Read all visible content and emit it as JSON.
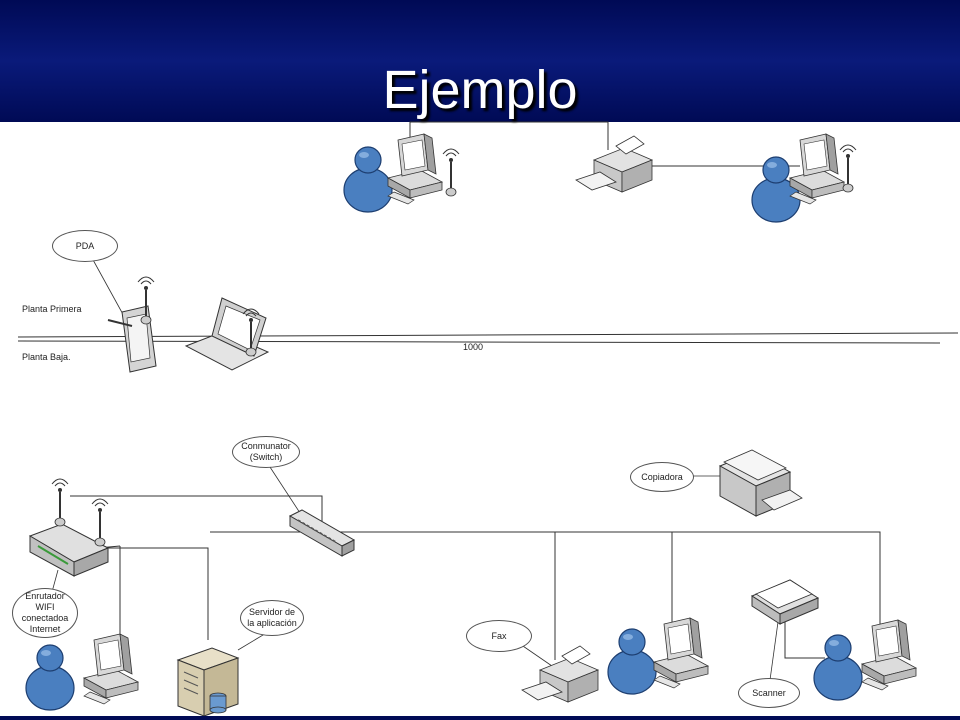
{
  "slide": {
    "title": "Ejemplo"
  },
  "floors": {
    "upper": "Planta Primera",
    "lower": "Planta Baja.",
    "separator_value": "1000"
  },
  "callouts": {
    "pda": "PDA",
    "switch": "Conmunator\n(Switch)",
    "router": "Enrutador\nWIFI\nconectadoa\nInternet",
    "server": "Servidor de\nla aplicación",
    "fax": "Fax",
    "copier": "Copiadora",
    "scanner": "Scanner"
  },
  "colors": {
    "title_bar": "#000a55",
    "user_icon": "#4a7fc0",
    "device_gray": "#c8c8c8"
  }
}
